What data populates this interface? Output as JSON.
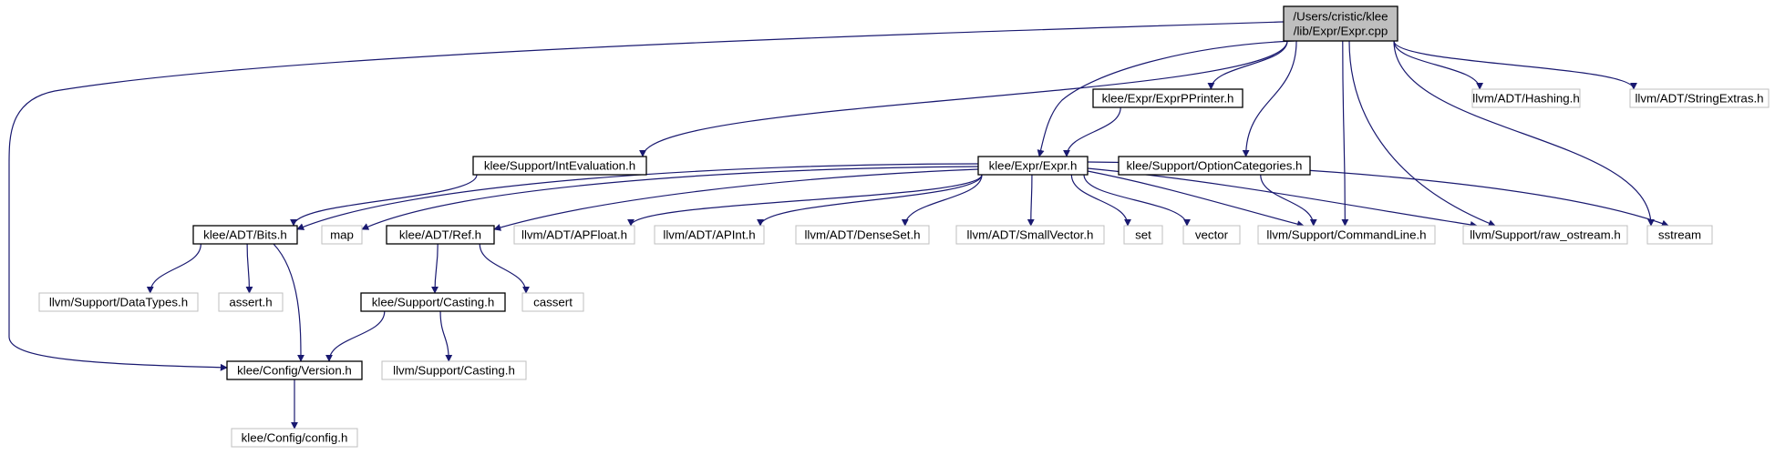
{
  "colors": {
    "edge": "#191970",
    "node_border_local": "#000000",
    "node_border_external": "#bfbfbf",
    "root_fill": "#bfbfbf",
    "background": "#ffffff"
  },
  "nodes": [
    {
      "id": "expr_cpp",
      "lines": [
        "/Users/cristic/klee",
        "/lib/Expr/Expr.cpp"
      ],
      "kind": "root"
    },
    {
      "id": "expr_pprinter",
      "lines": [
        "klee/Expr/ExprPPrinter.h"
      ],
      "kind": "local"
    },
    {
      "id": "llvm_hashing",
      "lines": [
        "llvm/ADT/Hashing.h"
      ],
      "kind": "external"
    },
    {
      "id": "llvm_stringextras",
      "lines": [
        "llvm/ADT/StringExtras.h"
      ],
      "kind": "external"
    },
    {
      "id": "int_evaluation",
      "lines": [
        "klee/Support/IntEvaluation.h"
      ],
      "kind": "local"
    },
    {
      "id": "expr_h",
      "lines": [
        "klee/Expr/Expr.h"
      ],
      "kind": "local"
    },
    {
      "id": "option_categories",
      "lines": [
        "klee/Support/OptionCategories.h"
      ],
      "kind": "local"
    },
    {
      "id": "bits_h",
      "lines": [
        "klee/ADT/Bits.h"
      ],
      "kind": "local"
    },
    {
      "id": "map",
      "lines": [
        "map"
      ],
      "kind": "external"
    },
    {
      "id": "ref_h",
      "lines": [
        "klee/ADT/Ref.h"
      ],
      "kind": "local"
    },
    {
      "id": "apfloat",
      "lines": [
        "llvm/ADT/APFloat.h"
      ],
      "kind": "external"
    },
    {
      "id": "apint",
      "lines": [
        "llvm/ADT/APInt.h"
      ],
      "kind": "external"
    },
    {
      "id": "denseset",
      "lines": [
        "llvm/ADT/DenseSet.h"
      ],
      "kind": "external"
    },
    {
      "id": "smallvector",
      "lines": [
        "llvm/ADT/SmallVector.h"
      ],
      "kind": "external"
    },
    {
      "id": "set",
      "lines": [
        "set"
      ],
      "kind": "external"
    },
    {
      "id": "vector",
      "lines": [
        "vector"
      ],
      "kind": "external"
    },
    {
      "id": "commandline",
      "lines": [
        "llvm/Support/CommandLine.h"
      ],
      "kind": "external"
    },
    {
      "id": "raw_ostream",
      "lines": [
        "llvm/Support/raw_ostream.h"
      ],
      "kind": "external"
    },
    {
      "id": "sstream",
      "lines": [
        "sstream"
      ],
      "kind": "external"
    },
    {
      "id": "datatypes",
      "lines": [
        "llvm/Support/DataTypes.h"
      ],
      "kind": "external"
    },
    {
      "id": "assert_h",
      "lines": [
        "assert.h"
      ],
      "kind": "external"
    },
    {
      "id": "klee_casting",
      "lines": [
        "klee/Support/Casting.h"
      ],
      "kind": "local"
    },
    {
      "id": "cassert",
      "lines": [
        "cassert"
      ],
      "kind": "external"
    },
    {
      "id": "version_h",
      "lines": [
        "klee/Config/Version.h"
      ],
      "kind": "local"
    },
    {
      "id": "llvm_casting",
      "lines": [
        "llvm/Support/Casting.h"
      ],
      "kind": "external"
    },
    {
      "id": "config_h",
      "lines": [
        "klee/Config/config.h"
      ],
      "kind": "external"
    }
  ],
  "edges": [
    {
      "from": "expr_cpp",
      "to": "expr_pprinter"
    },
    {
      "from": "expr_cpp",
      "to": "llvm_hashing"
    },
    {
      "from": "expr_cpp",
      "to": "llvm_stringextras"
    },
    {
      "from": "expr_cpp",
      "to": "int_evaluation"
    },
    {
      "from": "expr_cpp",
      "to": "expr_h"
    },
    {
      "from": "expr_cpp",
      "to": "option_categories"
    },
    {
      "from": "expr_cpp",
      "to": "commandline"
    },
    {
      "from": "expr_cpp",
      "to": "raw_ostream"
    },
    {
      "from": "expr_cpp",
      "to": "sstream"
    },
    {
      "from": "expr_cpp",
      "to": "version_h"
    },
    {
      "from": "expr_pprinter",
      "to": "expr_h"
    },
    {
      "from": "int_evaluation",
      "to": "bits_h"
    },
    {
      "from": "expr_h",
      "to": "bits_h"
    },
    {
      "from": "expr_h",
      "to": "map"
    },
    {
      "from": "expr_h",
      "to": "ref_h"
    },
    {
      "from": "expr_h",
      "to": "apfloat"
    },
    {
      "from": "expr_h",
      "to": "apint"
    },
    {
      "from": "expr_h",
      "to": "denseset"
    },
    {
      "from": "expr_h",
      "to": "smallvector"
    },
    {
      "from": "expr_h",
      "to": "set"
    },
    {
      "from": "expr_h",
      "to": "vector"
    },
    {
      "from": "expr_h",
      "to": "commandline"
    },
    {
      "from": "expr_h",
      "to": "raw_ostream"
    },
    {
      "from": "expr_h",
      "to": "sstream"
    },
    {
      "from": "option_categories",
      "to": "commandline"
    },
    {
      "from": "bits_h",
      "to": "datatypes"
    },
    {
      "from": "bits_h",
      "to": "assert_h"
    },
    {
      "from": "bits_h",
      "to": "version_h"
    },
    {
      "from": "ref_h",
      "to": "klee_casting"
    },
    {
      "from": "ref_h",
      "to": "cassert"
    },
    {
      "from": "klee_casting",
      "to": "version_h"
    },
    {
      "from": "klee_casting",
      "to": "llvm_casting"
    },
    {
      "from": "version_h",
      "to": "config_h"
    }
  ]
}
